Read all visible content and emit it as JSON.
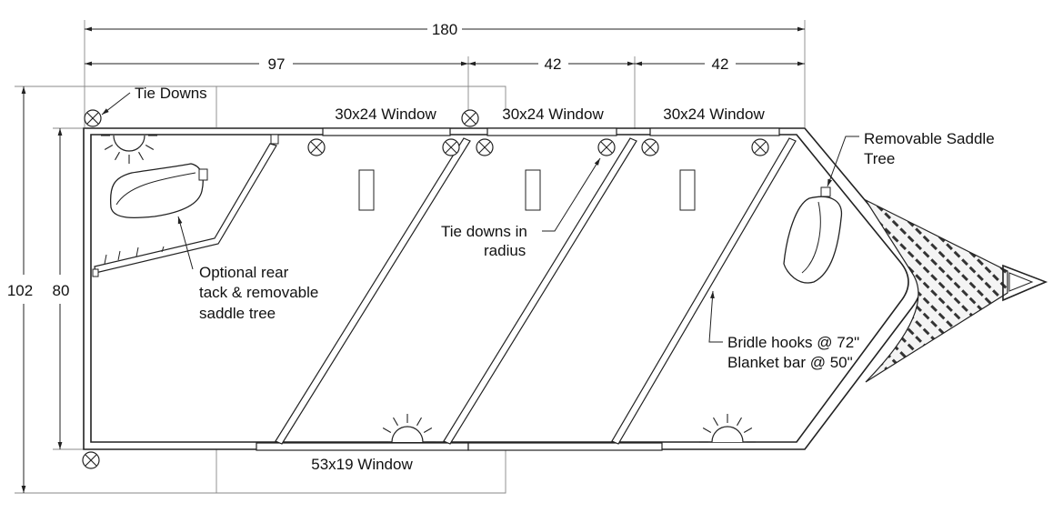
{
  "dimensions": {
    "overall_length": "180",
    "section_1": "97",
    "section_2": "42",
    "section_3": "42",
    "outer_width": "102",
    "inner_width": "80"
  },
  "labels": {
    "tie_downs": "Tie Downs",
    "window_1": "30x24 Window",
    "window_2": "30x24 Window",
    "window_3": "30x24 Window",
    "bottom_window": "53x19 Window",
    "removable_saddle_tree_line1": "Removable Saddle",
    "removable_saddle_tree_line2": "Tree",
    "tie_downs_radius_line1": "Tie downs in",
    "tie_downs_radius_line2": "radius",
    "rear_tack_line1": "Optional rear",
    "rear_tack_line2": "tack & removable",
    "rear_tack_line3": "saddle tree",
    "bridle_hooks": "Bridle hooks @ 72\"",
    "blanket_bar": "Blanket bar @ 50\""
  },
  "icons": [
    "tie-down-icon",
    "dome-light-icon",
    "saddle-icon",
    "diamond-plate-icon"
  ]
}
